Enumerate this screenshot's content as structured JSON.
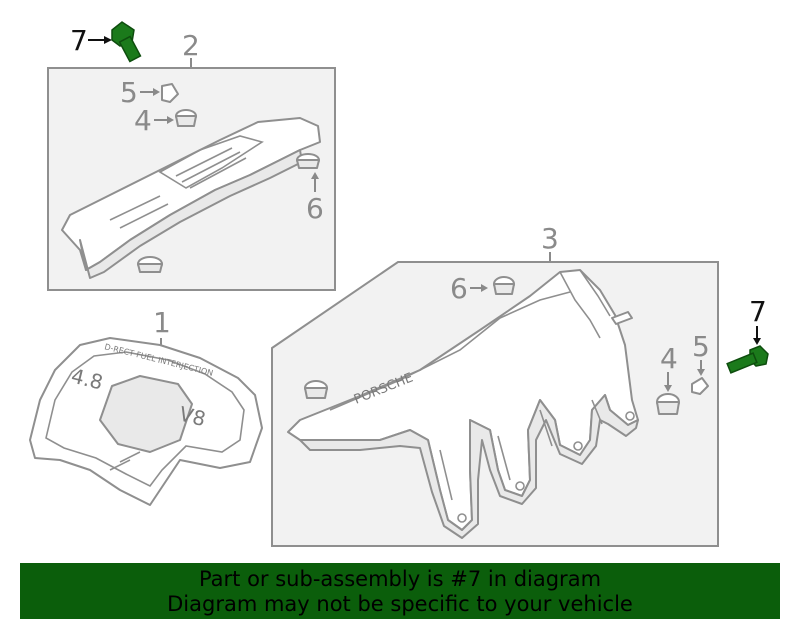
{
  "labels": {
    "callout_7_top": "7",
    "callout_2": "2",
    "callout_5_top": "5",
    "callout_4_top": "4",
    "callout_6_top": "6",
    "callout_1": "1",
    "callout_3": "3",
    "callout_6_mid": "6",
    "callout_4_right": "4",
    "callout_5_right": "5",
    "callout_7_right": "7"
  },
  "engravings": {
    "cover_text": "D-RECT  FUEL  INTERJECTION",
    "displacement": "4.8",
    "engine": "V8",
    "brand": "PORSCHE"
  },
  "banner": {
    "line1": "Part or sub-assembly is #7 in diagram",
    "line2": "Diagram may not be specific to your vehicle"
  },
  "colors": {
    "highlight": "#1b7a1b",
    "banner": "#0b5e0b",
    "linework": "#8f8f8f"
  }
}
